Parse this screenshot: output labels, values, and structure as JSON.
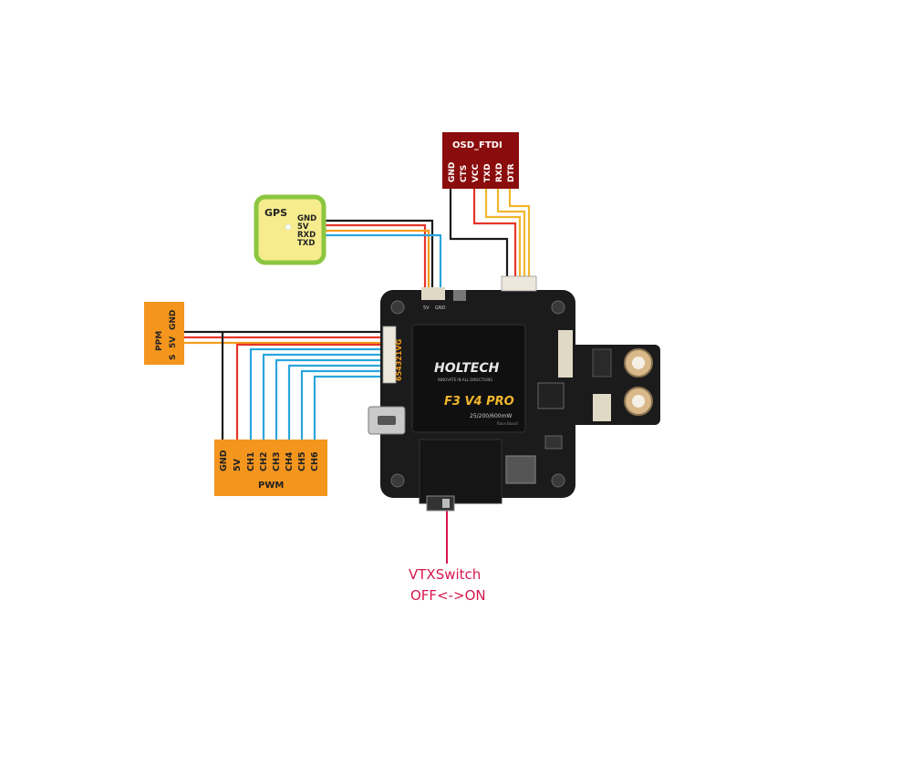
{
  "gps": {
    "title": "GPS",
    "pins": [
      "GND",
      "5V",
      "RXD",
      "TXD"
    ]
  },
  "osd_ftdi": {
    "title": "OSD_FTDI",
    "pins": [
      "GND",
      "CTS",
      "VCC",
      "TXD",
      "RXD",
      "DTR"
    ]
  },
  "ppm": {
    "pins": [
      "PPM",
      "S",
      "5V",
      "GND"
    ]
  },
  "pwm": {
    "title": "PWM",
    "pins": [
      "GND",
      "5V",
      "CH1",
      "CH2",
      "CH3",
      "CH4",
      "CH5",
      "CH6"
    ]
  },
  "board": {
    "brand": "HOLTECH",
    "tagline": "INNOVATE IN ALL DIRECTIONS",
    "model": "F3 V4 PRO",
    "power": "25/200/600mW",
    "small": "Race Board",
    "port_label": "654321VG",
    "pad_labels": [
      "5V",
      "GND"
    ]
  },
  "vtx_switch": {
    "line1": "VTXSwitch",
    "line2": "OFF<->ON"
  },
  "colors": {
    "gps_fill": "#f6ec8e",
    "gps_border": "#8cc63f",
    "osd_fill": "#8b0c0c",
    "connector_fill": "#f4961e",
    "wire_black": "#1a1a1a",
    "wire_red": "#e53529",
    "wire_orange": "#f39c1f",
    "wire_blue": "#2aa5dd",
    "wire_yellow": "#f1b62e",
    "board": "#1b1b1b",
    "vtx_text": "#d8174f"
  }
}
